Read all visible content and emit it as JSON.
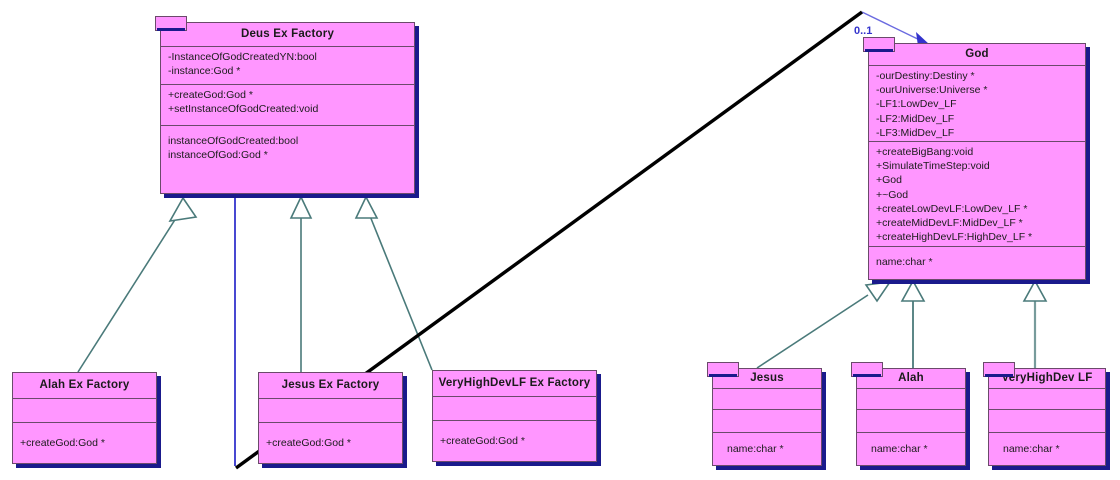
{
  "diagram": {
    "title": "Abstract Factory UML class diagram",
    "type": "uml-class-diagram",
    "colors": {
      "class_fill": "#ff96ff",
      "class_border": "#6b4a6b",
      "shadow": "#1a1a8c",
      "inheritance_line": "#4a7a7a",
      "association_line": "#3333cc",
      "annotation_line": "#000000",
      "text": "#1b1b1b",
      "multiplicity_text": "#3333cc"
    }
  },
  "classes": {
    "deus_ex_factory": {
      "name": "Deus Ex Factory",
      "attributes": [
        "-InstanceOfGodCreatedYN:bool",
        "-instance:God *"
      ],
      "operations": [
        "+createGod:God *",
        "+setInstanceOfGodCreated:void"
      ],
      "extra": [
        "instanceOfGodCreated:bool",
        "instanceOfGod:God *"
      ]
    },
    "god": {
      "name": "God",
      "attributes": [
        "-ourDestiny:Destiny *",
        "-ourUniverse:Universe *",
        "-LF1:LowDev_LF",
        "-LF2:MidDev_LF",
        "-LF3:MidDev_LF"
      ],
      "operations": [
        "+createBigBang:void",
        "+SimulateTimeStep:void",
        "+God",
        "+~God",
        "+createLowDevLF:LowDev_LF *",
        "+createMidDevLF:MidDev_LF *",
        "+createHighDevLF:HighDev_LF *"
      ],
      "extra": [
        "name:char *"
      ]
    },
    "alah_ex_factory": {
      "name": "Alah Ex Factory",
      "attributes": [],
      "operations": [
        "+createGod:God *"
      ]
    },
    "jesus_ex_factory": {
      "name": "Jesus Ex Factory",
      "attributes": [],
      "operations": [
        "+createGod:God *"
      ]
    },
    "veryhighdevlf_ex_factory": {
      "name": "VeryHighDevLF Ex Factory",
      "attributes": [],
      "operations": [
        "+createGod:God *"
      ]
    },
    "jesus": {
      "name": "Jesus",
      "attributes": [],
      "operations": [],
      "extra": [
        "name:char *"
      ]
    },
    "alah": {
      "name": "Alah",
      "attributes": [],
      "operations": [],
      "extra": [
        "name:char *"
      ]
    },
    "veryhighdev_lf": {
      "name": "VeryHighDev LF",
      "attributes": [],
      "operations": [],
      "extra": [
        "name:char *"
      ]
    }
  },
  "annotations": {
    "multiplicity_0_1": "0..1"
  }
}
